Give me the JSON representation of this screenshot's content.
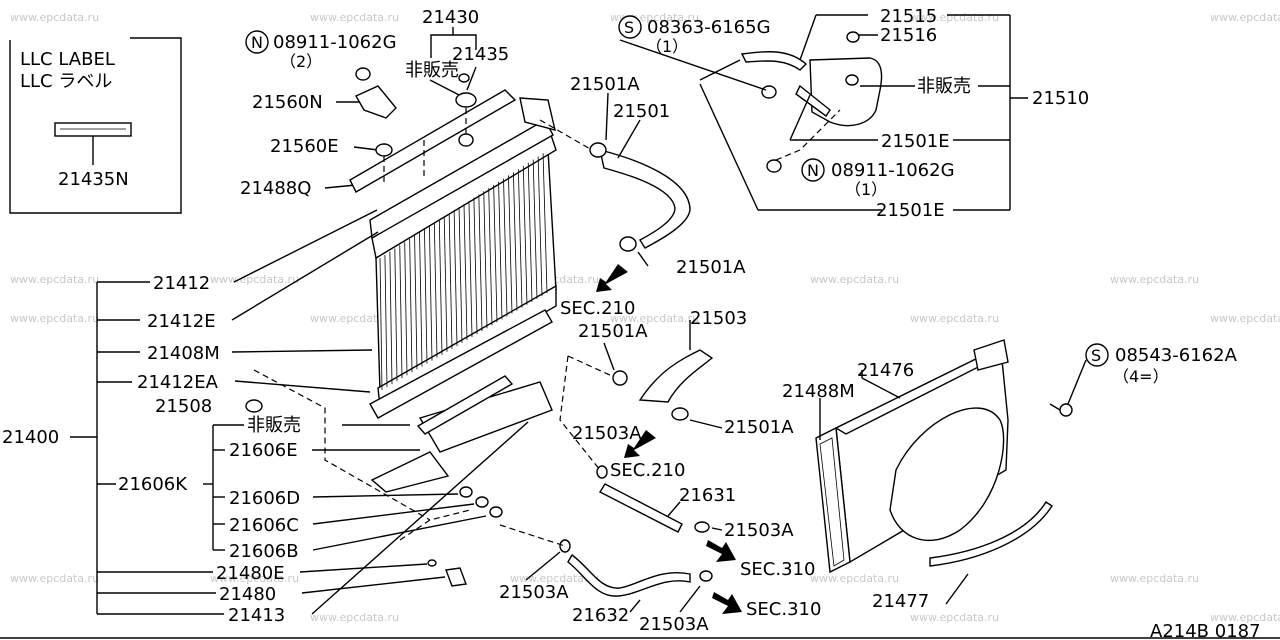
{
  "watermark": "www.epcdata.ru",
  "doc_code": "A214B 0187",
  "llc_box": {
    "line1": "LLC LABEL",
    "line2": "LLC ラベル",
    "part": "21435N"
  },
  "labels": {
    "p21430": "21430",
    "p21435": "21435",
    "hanbai1": "非販売",
    "bolt1_code": "08911-1062G",
    "bolt1_qty": "（2）",
    "p21560N": "21560N",
    "p21560E": "21560E",
    "p21488Q": "21488Q",
    "p21412": "21412",
    "p21412E": "21412E",
    "p21408M": "21408M",
    "p21412EA": "21412EA",
    "p21508": "21508",
    "p21400": "21400",
    "hanbai2": "非販売",
    "p21606E": "21606E",
    "p21606K": "21606K",
    "p21606D": "21606D",
    "p21606C": "21606C",
    "p21606B": "21606B",
    "p21480E": "21480E",
    "p21480": "21480",
    "p21413": "21413",
    "screw1_code": "08363-6165G",
    "screw1_qty": "（1）",
    "p21515": "21515",
    "p21516": "21516",
    "hanbai3": "非販売",
    "p21510": "21510",
    "p21501E_a": "21501E",
    "bolt2_code": "08911-1062G",
    "bolt2_qty": "（1）",
    "p21501E_b": "21501E",
    "p21501A_a": "21501A",
    "p21501": "21501",
    "p21501A_b": "21501A",
    "sec210_a": "SEC.210",
    "p21501A_c": "21501A",
    "p21503": "21503",
    "p21501A_d": "21501A",
    "p21503A_a": "21503A",
    "sec210_b": "SEC.210",
    "p21631": "21631",
    "p21503A_b": "21503A",
    "sec310_a": "SEC.310",
    "p21503A_c": "21503A",
    "p21632": "21632",
    "p21503A_d": "21503A",
    "sec310_b": "SEC.310",
    "p21476": "21476",
    "p21488M": "21488M",
    "screw2_code": "08543-6162A",
    "screw2_qty": "（4=）",
    "p21477": "21477"
  },
  "symbols": {
    "N": "N",
    "S": "S"
  }
}
